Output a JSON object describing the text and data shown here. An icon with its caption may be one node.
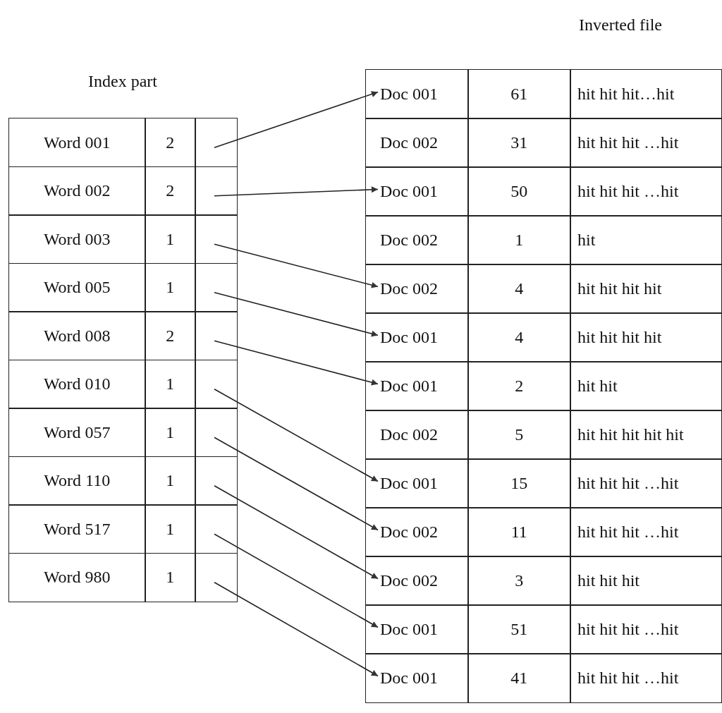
{
  "diagram": {
    "nodes": [
      {
        "text": [],
        "shape": "box"
      },
      {
        "text": [],
        "shape": "box"
      },
      {
        "text": [],
        "shape": "box"
      },
      {
        "text": [],
        "shape": "box"
      },
      {
        "text": [],
        "shape": "box"
      },
      {
        "text": [],
        "shape": "box"
      },
      {
        "text": [],
        "shape": "box"
      },
      {
        "text": [],
        "shape": "box"
      },
      {
        "text": [],
        "shape": "box"
      },
      {
        "text": [],
        "shape": "box"
      },
      {
        "text": [
          "Doc 001"
        ]
      },
      {
        "text": [
          "Doc 002"
        ]
      },
      {
        "text": [
          "Doc 001"
        ]
      },
      {
        "text": [
          "Doc 002"
        ]
      },
      {
        "text": [
          "Doc 002"
        ]
      },
      {
        "text": [
          "Doc 001"
        ]
      },
      {
        "text": [
          "Doc 001"
        ]
      },
      {
        "text": [
          "Doc 002"
        ]
      },
      {
        "text": [
          "Doc 001"
        ]
      },
      {
        "text": [
          "Doc 002"
        ]
      },
      {
        "text": [
          "Doc 002"
        ]
      },
      {
        "text": [
          "Doc 001"
        ]
      },
      {
        "text": [
          "Doc 001"
        ]
      }
    ],
    "edges": [
      {
        "from": 0,
        "to": 10,
        "arrow": "to"
      },
      {
        "from": 1,
        "to": 12,
        "arrow": "to"
      },
      {
        "from": 2,
        "to": 14,
        "arrow": "to"
      },
      {
        "from": 3,
        "to": 15,
        "arrow": "to"
      },
      {
        "from": 4,
        "to": 16,
        "arrow": "to"
      },
      {
        "from": 5,
        "to": 18,
        "arrow": "to"
      },
      {
        "from": 6,
        "to": 19,
        "arrow": "to"
      },
      {
        "from": 7,
        "to": 20,
        "arrow": "to"
      },
      {
        "from": 8,
        "to": 21,
        "arrow": "to"
      },
      {
        "from": 9,
        "to": 22,
        "arrow": "to"
      }
    ],
    "labels": [
      "Inverted file",
      "Index part",
      "Word 001",
      "2",
      "Word 002",
      "2",
      "Word 003",
      "1",
      "Word 005",
      "1",
      "Word 008",
      "2",
      "Word 010",
      "1",
      "Word 057",
      "1",
      "Word 110",
      "1",
      "Word 517",
      "1",
      "Word 980",
      "1",
      "61",
      "hit hit hit…hit",
      "31",
      "hit hit hit …hit",
      "50",
      "hit hit hit …hit",
      "1",
      "hit",
      "4",
      "hit hit hit hit",
      "4",
      "hit hit hit hit",
      "2",
      "hit hit",
      "5",
      "hit hit hit hit hit",
      "15",
      "hit hit hit …hit",
      "11",
      "hit hit hit …hit",
      "3",
      "hit hit hit",
      "51",
      "hit hit hit …hit",
      "41",
      "hit hit hit …hit"
    ]
  }
}
